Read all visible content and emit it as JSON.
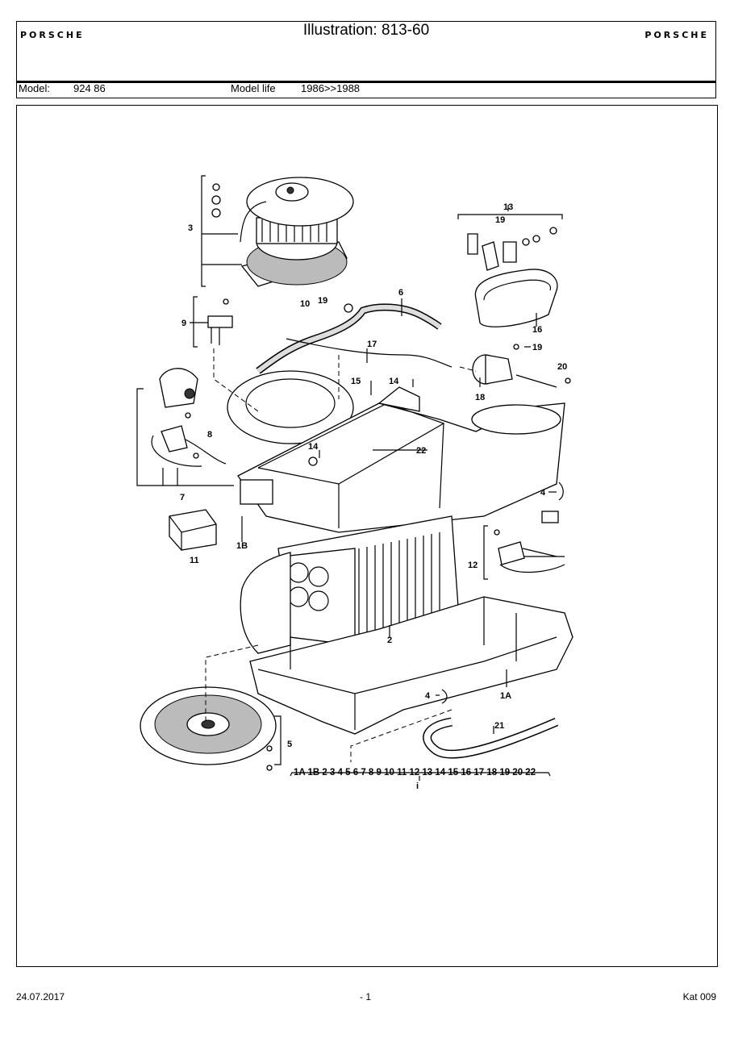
{
  "header": {
    "brand_left": "PORSCHE",
    "brand_right": "PORSCHE",
    "title": "Illustration: 813-60",
    "model_label": "Model:",
    "model_value": "924 86",
    "model_life_label": "Model life",
    "model_life_value": "1986>>1988"
  },
  "callouts": {
    "c1a": "1A",
    "c1b": "1B",
    "c2": "2",
    "c3": "3",
    "c4a": "4",
    "c4b": "4",
    "c5": "5",
    "c6": "6",
    "c7": "7",
    "c8": "8",
    "c9": "9",
    "c10": "10",
    "c11": "11",
    "c12": "12",
    "c13": "13",
    "c14a": "14",
    "c14b": "14",
    "c15": "15",
    "c16": "16",
    "c17": "17",
    "c18": "18",
    "c19a": "19",
    "c19b": "19",
    "c19c": "19",
    "c20": "20",
    "c21": "21",
    "c22": "22"
  },
  "parts_index": {
    "list": "1A 1B 2 3 4 5 6 7 8 9 10 11 12 13 14 15 16 17 18 19 20 22",
    "marker": "i"
  },
  "footer": {
    "date": "24.07.2017",
    "page": "- 1",
    "catalog": "Kat 009"
  }
}
